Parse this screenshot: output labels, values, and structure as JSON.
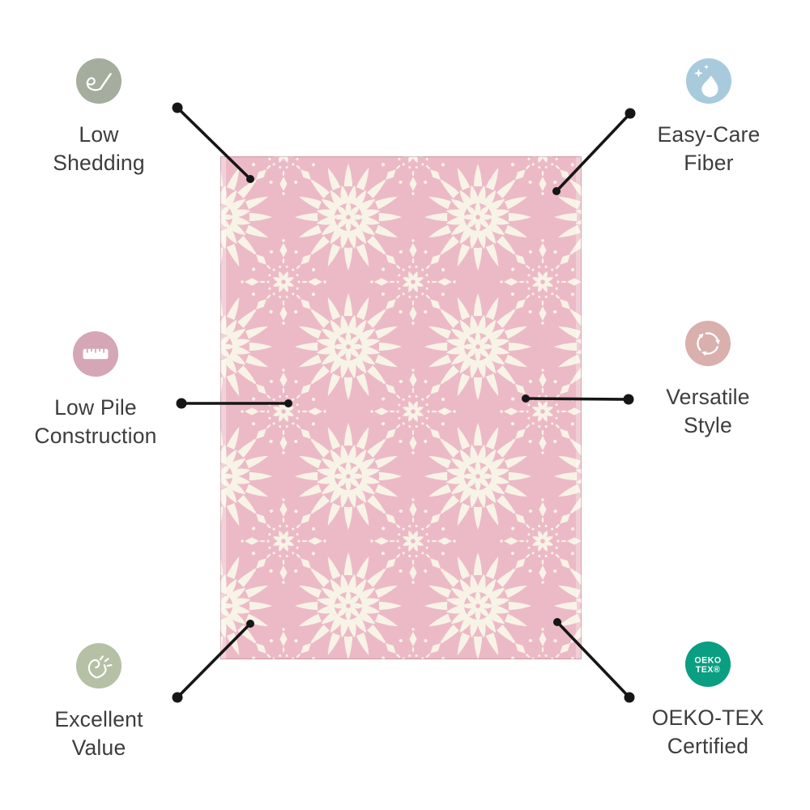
{
  "page": {
    "type": "product-feature-infographic",
    "background": "#ffffff",
    "text_color": "#3d3d3d",
    "callout_color": "#161616"
  },
  "rug": {
    "description": "Pink area rug with cream floral medallion damask pattern",
    "base_color": "#ecbac7",
    "pattern_color": "#f8f3e7"
  },
  "features": [
    {
      "id": "low-shedding",
      "label": "Low\nShedding",
      "icon": "needle-thread-icon",
      "color": "#a5ad9e"
    },
    {
      "id": "easy-care-fiber",
      "label": "Easy-Care\nFiber",
      "icon": "water-drop-sparkles-icon",
      "color": "#a7cbdc"
    },
    {
      "id": "low-pile-construction",
      "label": "Low Pile\nConstruction",
      "icon": "ruler-icon",
      "color": "#d4a6b6"
    },
    {
      "id": "versatile-style",
      "label": "Versatile\nStyle",
      "icon": "rotating-arrows-icon",
      "color": "#d9b0ac"
    },
    {
      "id": "excellent-value",
      "label": "Excellent\nValue",
      "icon": "snapping-fingers-icon",
      "color": "#b6c0a5"
    },
    {
      "id": "oeko-tex-certified",
      "label": "OEKO-TEX\nCertified",
      "icon": "oeko-tex-badge-icon",
      "color": "#0a9e82",
      "badge": {
        "line1": "OEKO",
        "line2": "TEX®"
      }
    }
  ]
}
